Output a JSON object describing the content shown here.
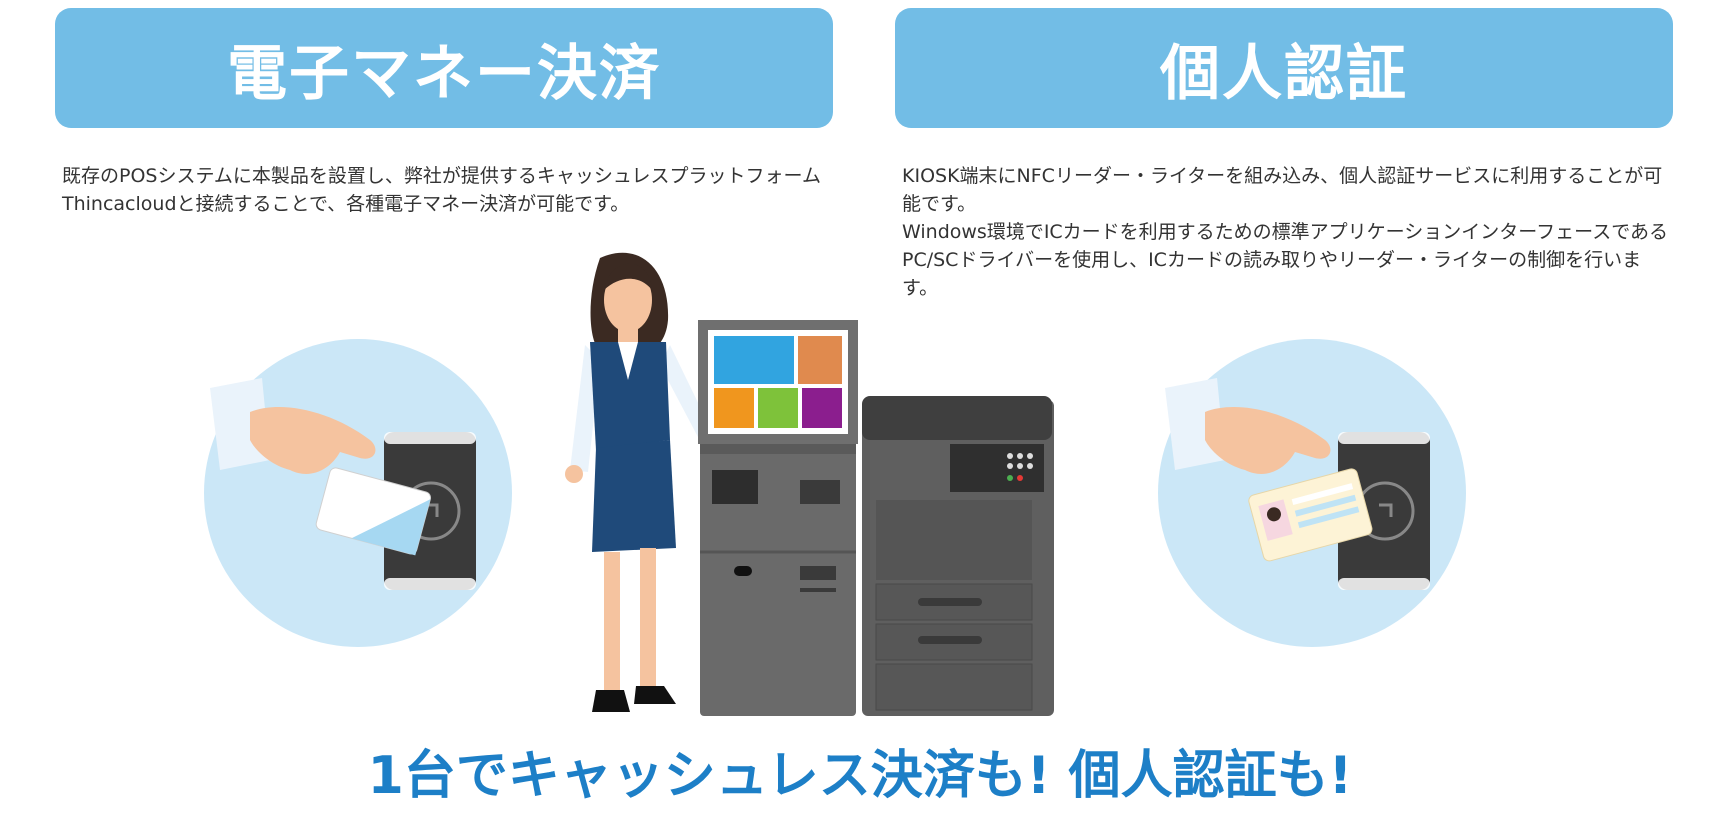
{
  "left_panel": {
    "title": "電子マネー決済",
    "description": "既存のPOSシステムに本製品を設置し、弊社が提供するキャッシュレスプラットフォームThincacloudと接続することで、各種電子マネー決済が可能です。"
  },
  "right_panel": {
    "title": "個人認証",
    "description_1": "KIOSK端末にNFCリーダー・ライターを組み込み、個人認証サービスに利用することが可能です。",
    "description_2": "Windows環境でICカードを利用するための標準アプリケーションインターフェースであるPC/SCドライバーを使用し、ICカードの読み取りやリーダー・ライターの制御を行います。"
  },
  "tagline": "1台でキャッシュレス決済も! 個人認証も!",
  "colors": {
    "banner": "#72bde6",
    "tagline": "#1d7fc7",
    "circle": "#cbe7f7"
  }
}
